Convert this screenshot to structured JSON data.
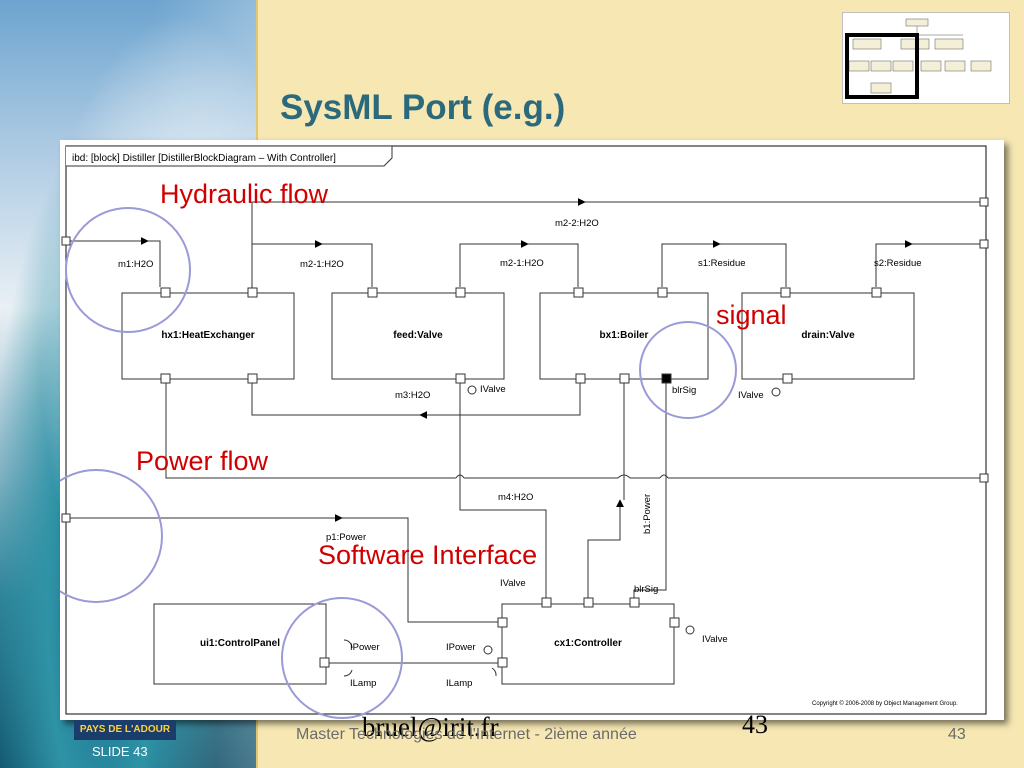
{
  "slide": {
    "title": "SysML Port (e.g.)",
    "footer_url": "bruel@irit.fr",
    "footer_course": "Master Technologies de l'Internet - 2ième année",
    "footer_big_number": "43",
    "footer_page": "43",
    "slide_label": "SLIDE 43",
    "logo_text": "PAYS DE L'ADOUR"
  },
  "diagram": {
    "header": "ibd: [block] Distiller [DistillerBlockDiagram – With Controller]",
    "copyright": "Copyright © 2006-2008 by Object Management Group.",
    "blocks": {
      "hx": "hx1:HeatExchanger",
      "feed": "feed:Valve",
      "bx": "bx1:Boiler",
      "drain": "drain:Valve",
      "ui": "ui1:ControlPanel",
      "cx": "cx1:Controller"
    },
    "flows": {
      "m1": "m1:H2O",
      "m21": "m2-1:H2O",
      "m22": "m2-2:H2O",
      "m21b": "m2-1:H2O",
      "s1": "s1:Residue",
      "s2": "s2:Residue",
      "m3": "m3:H2O",
      "m4": "m4:H2O",
      "p1": "p1:Power",
      "b1": "b1:Power"
    },
    "port_labels": {
      "ivalve_feed": "IValve",
      "blrsig_bx": "blrSig",
      "ivalve_drain": "IValve",
      "ivalve_cx_top": "IValve",
      "blrsig_cx": "blrSig",
      "ivalve_cx_right": "IValve",
      "ipower_ui": "IPower",
      "ilamp_ui": "ILamp",
      "ipower_cx": "IPower",
      "ilamp_cx": "ILamp"
    },
    "annotations": {
      "hydraulic": "Hydraulic flow",
      "signal": "signal",
      "power": "Power flow",
      "software": "Software Interface"
    },
    "annotation_color": "#d00000",
    "circle_color": "#9a9ad8"
  }
}
